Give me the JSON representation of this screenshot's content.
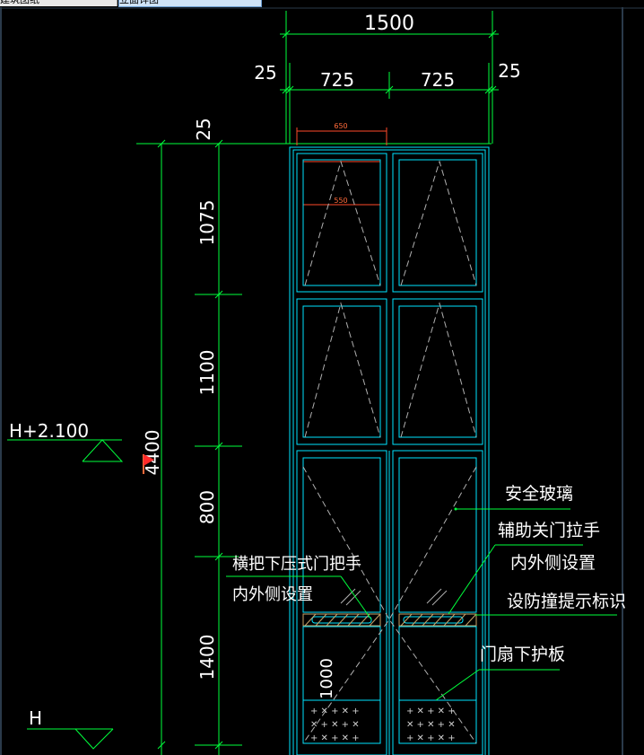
{
  "tabs": [
    {
      "label": "建筑图纸"
    },
    {
      "label": "立面详图"
    }
  ],
  "dimensions": {
    "overall_width": "1500",
    "side_margin_left": "25",
    "side_margin_right": "25",
    "leaf_width_left": "725",
    "leaf_width_right": "725",
    "top_offset": "25",
    "handle_span_top": "650",
    "handle_span_bottom": "550",
    "segment_1": "1075",
    "segment_2": "1100",
    "segment_3": "800",
    "segment_4": "1400",
    "total_height": "4400",
    "kickplate_height": "1000"
  },
  "levels": {
    "upper": "H+2.100",
    "base": "H"
  },
  "annotations": {
    "safety_glass": "安全玻璃",
    "aux_handle_1": "辅助关门拉手",
    "aux_handle_2": "内外侧设置",
    "anti_collision": "设防撞提示标识",
    "kick_plate": "门扇下护板",
    "lever_handle_1": "横把下压式门把手",
    "lever_handle_2": "内外侧设置"
  },
  "colors": {
    "background": "#000000",
    "frame": "#00e5ff",
    "dimension": "#00ff3c",
    "text": "#ffffff",
    "marker": "#ff2a2a",
    "red_dim": "#ff4a2a",
    "hatch": "#c8a46a"
  }
}
